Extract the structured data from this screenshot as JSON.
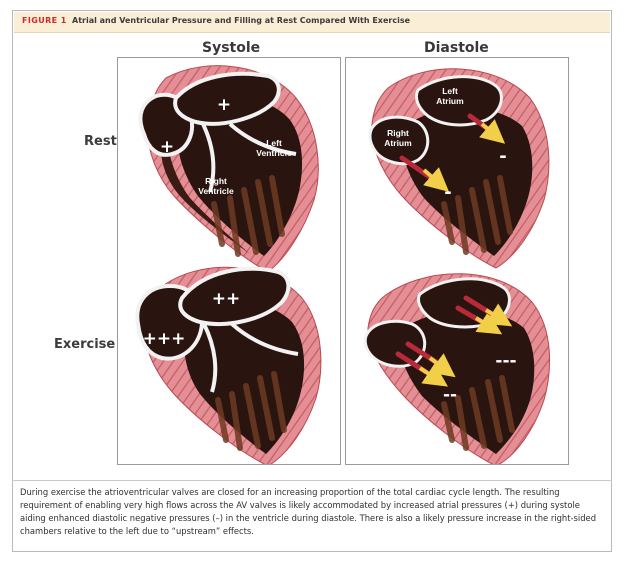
{
  "figure": {
    "label": "FIGURE 1",
    "title": "Atrial and Ventricular Pressure and Filling at Rest Compared With Exercise"
  },
  "columns": {
    "systole": "Systole",
    "diastole": "Diastole"
  },
  "rows": {
    "rest": "Rest",
    "exercise": "Exercise"
  },
  "panels": {
    "rest_systole": {
      "top_sign": "+",
      "left_sign": "+",
      "left_ventricle": [
        "Left",
        "Ventricle"
      ],
      "right_ventricle": [
        "Right",
        "Ventricle"
      ]
    },
    "rest_diastole": {
      "left_atrium": [
        "Left",
        "Atrium"
      ],
      "right_atrium": [
        "Right",
        "Atrium"
      ],
      "upper_sign": "-",
      "lower_sign": "-"
    },
    "exercise_systole": {
      "top_sign": "++",
      "left_sign": "+++"
    },
    "exercise_diastole": {
      "upper_sign": "---",
      "lower_sign": "--"
    }
  },
  "caption": "During exercise the atrioventricular valves are closed for an increasing proportion of the total cardiac cycle length. The resulting requirement of enabling very high flows across the AV valves is likely accommodated by increased atrial pressures (+) during systole aiding enhanced diastolic negative pressures (–) in the ventricle during diastole. There is also a likely pressure increase in the right-sided chambers relative to the left due to “upstream” effects.",
  "colors": {
    "myocardium": "#e38f94",
    "chamber": "#2a1410",
    "trabecula": "#6e3a22",
    "arrow_red": "#b82a3a",
    "arrow_yellow": "#f2cf48",
    "header_bg": "#fbeed7",
    "label_red": "#d02a2a"
  }
}
